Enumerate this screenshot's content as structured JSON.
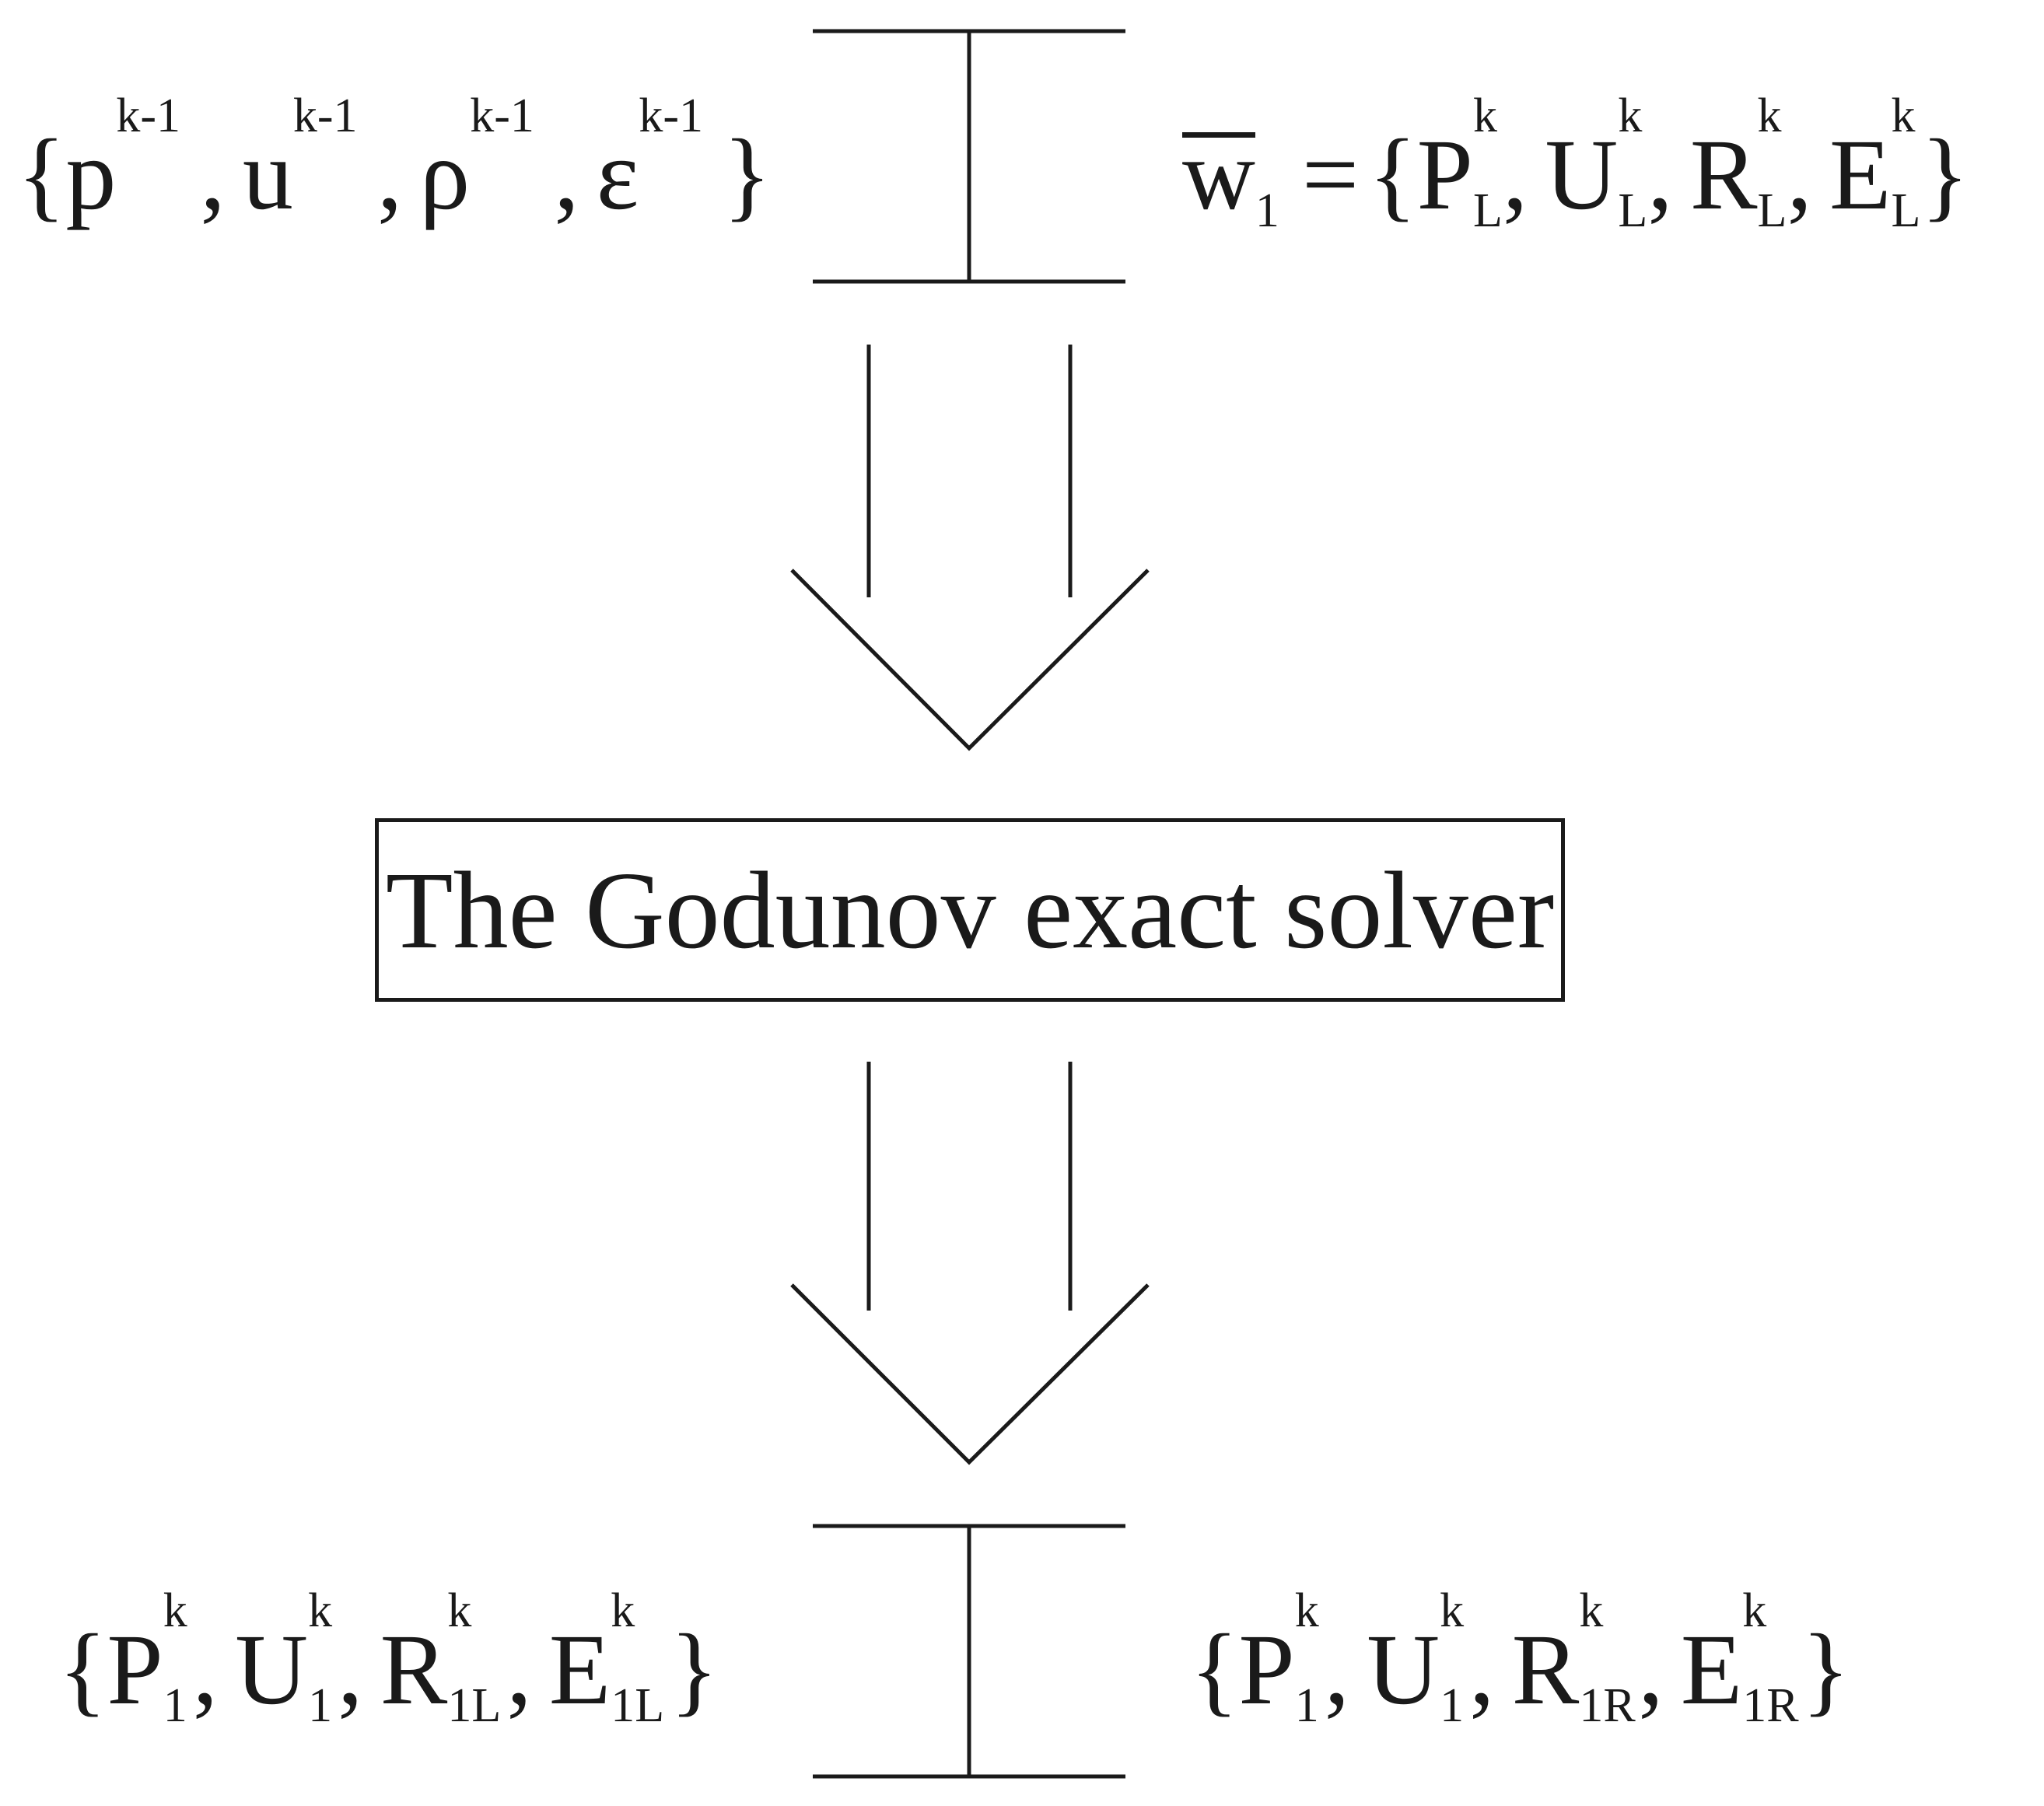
{
  "top_left_state": {
    "open_brace": "{",
    "terms": [
      {
        "base": "p",
        "sup": "k-1",
        "sep": ","
      },
      {
        "base": "u",
        "sup": "k-1",
        "sep": ","
      },
      {
        "base": "ρ",
        "sup": "k-1",
        "sep": ","
      },
      {
        "base": "ε",
        "sup": "k-1",
        "sep": ""
      }
    ],
    "close_brace": "}"
  },
  "top_right_state": {
    "lhs_base": "w",
    "lhs_sub": "1",
    "equals": "=",
    "open_brace": "{",
    "terms": [
      {
        "base": "P",
        "sup": "k",
        "sub": "L",
        "sep": ","
      },
      {
        "base": "U",
        "sup": "k",
        "sub": "L",
        "sep": ","
      },
      {
        "base": "R",
        "sup": "k",
        "sub": "L",
        "sep": ","
      },
      {
        "base": "E",
        "sup": "k",
        "sub": "L",
        "sep": ""
      }
    ],
    "close_brace": "}"
  },
  "solver": {
    "label": "The Godunov exact solver"
  },
  "bottom_left_state": {
    "open_brace": "{",
    "terms": [
      {
        "base": "P",
        "sup": "k",
        "sub": "1",
        "sep": ","
      },
      {
        "base": "U",
        "sup": "k",
        "sub": "1",
        "sep": ","
      },
      {
        "base": "R",
        "sup": "k",
        "sub": "1L",
        "sep": ","
      },
      {
        "base": "E",
        "sup": "k",
        "sub": "1L",
        "sep": ""
      }
    ],
    "close_brace": "}"
  },
  "bottom_right_state": {
    "open_brace": "{",
    "terms": [
      {
        "base": "P",
        "sup": "k",
        "sub": "1",
        "sep": ","
      },
      {
        "base": "U",
        "sup": "k",
        "sub": "1",
        "sep": ","
      },
      {
        "base": "R",
        "sup": "k",
        "sub": "1R",
        "sep": ","
      },
      {
        "base": "E",
        "sup": "k",
        "sub": "1R",
        "sep": ""
      }
    ],
    "close_brace": "}"
  },
  "colors": {
    "ink": "#1a1a1a",
    "background": "#ffffff"
  }
}
